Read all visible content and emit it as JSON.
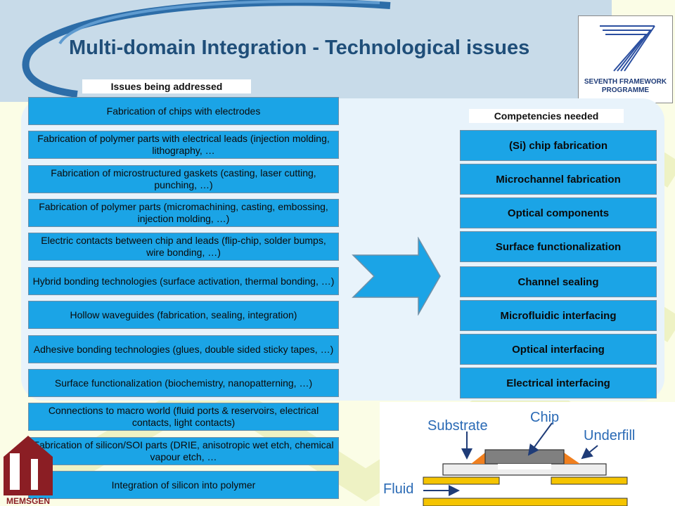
{
  "title": "Multi-domain Integration - Technological issues",
  "fp7_logo": {
    "line1": "SEVENTH FRAMEWORK",
    "line2": "PROGRAMME"
  },
  "issues_label": "Issues being addressed",
  "competencies_label": "Competencies needed",
  "issues": [
    "Fabrication of chips with electrodes",
    "Fabrication of polymer parts with electrical leads (injection molding, lithography, …",
    "Fabrication of microstructured gaskets (casting, laser cutting, punching, …)",
    "Fabrication of polymer parts (micromachining, casting, embossing, injection molding, …)",
    "Electric contacts between chip and leads (flip-chip, solder bumps, wire bonding, …)",
    "Hybrid bonding technologies (surface activation, thermal bonding, …)",
    "Hollow waveguides (fabrication, sealing, integration)",
    "Adhesive bonding technologies (glues, double sided sticky tapes, …)",
    "Surface functionalization (biochemistry, nanopatterning, …)",
    "Connections to macro world (fluid ports & reservoirs, electrical contacts, light contacts)",
    "Fabrication of silicon/SOI parts (DRIE, anisotropic wet etch, chemical vapour etch, …",
    "Integration of silicon into polymer"
  ],
  "competencies": [
    "(Si) chip fabrication",
    "Microchannel fabrication",
    "Optical components",
    "Surface functionalization",
    "Channel sealing",
    "Microfluidic interfacing",
    "Optical interfacing",
    "Electrical interfacing"
  ],
  "diagram": {
    "chip": "Chip",
    "substrate": "Substrate",
    "underfill": "Underfill",
    "fluid": "Fluid"
  },
  "memsgen_logo": "MEMSGEN"
}
